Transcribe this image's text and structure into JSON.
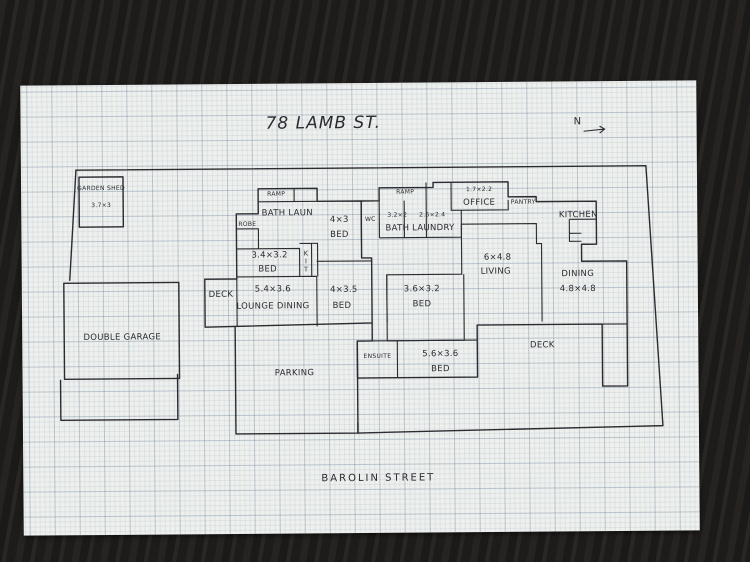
{
  "title": "78 LAMB ST.",
  "north": "N",
  "street": "BAROLIN STREET",
  "rooms": {
    "garden_shed": "GARDEN SHED",
    "garden_shed_size": "3.7×3",
    "ramp_left": "RAMP",
    "bath_laun": "BATH LAUN",
    "robe": "ROBE",
    "bed_a_size": "3.4×3.2",
    "bed_a": "BED",
    "bed_b_size": "4×3",
    "bed_b": "BED",
    "kit": "KIT",
    "wc": "WC",
    "ramp_right": "RAMP",
    "bath2_size": "3.2×2",
    "bath2": "BATH",
    "laundry_size": "2.6×2.4",
    "laundry": "LAUNDRY",
    "office_size": "1.7×2.2",
    "office": "OFFICE",
    "pantry": "PANTRY",
    "kitchen": "KITCHEN",
    "living_size": "6×4.8",
    "living": "LIVING",
    "dining": "DINING",
    "dining_size": "4.8×4.8",
    "deck_left": "DECK",
    "lounge_size": "5.4×3.6",
    "lounge_dining": "LOUNGE DINING",
    "bed_c_size": "4×3.5",
    "bed_c": "BED",
    "bed_d_size": "3.6×3.2",
    "bed_d": "BED",
    "double_garage": "DOUBLE GARAGE",
    "parking": "PARKING",
    "ensuite": "ENSUITE",
    "bed_e_size": "5.6×3.6",
    "bed_e": "BED",
    "deck_right": "DECK"
  }
}
